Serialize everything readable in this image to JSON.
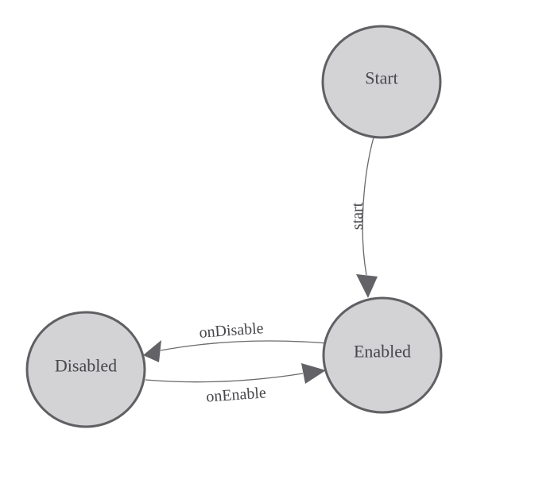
{
  "diagram": {
    "type": "state-machine-graph",
    "nodes": [
      {
        "id": "start",
        "label": "Start"
      },
      {
        "id": "enabled",
        "label": "Enabled"
      },
      {
        "id": "disabled",
        "label": "Disabled"
      }
    ],
    "edges": [
      {
        "from": "Start",
        "to": "Enabled",
        "label": "start"
      },
      {
        "from": "Enabled",
        "to": "Disabled",
        "label": "onDisable"
      },
      {
        "from": "Disabled",
        "to": "Enabled",
        "label": "onEnable"
      }
    ],
    "colors": {
      "background": "#ffffff",
      "node_fill": "#d3d3d5",
      "node_stroke": "#606064",
      "edge_line": "#69696d",
      "arrow_fill": "#636367",
      "label_color": "#47474c"
    }
  }
}
